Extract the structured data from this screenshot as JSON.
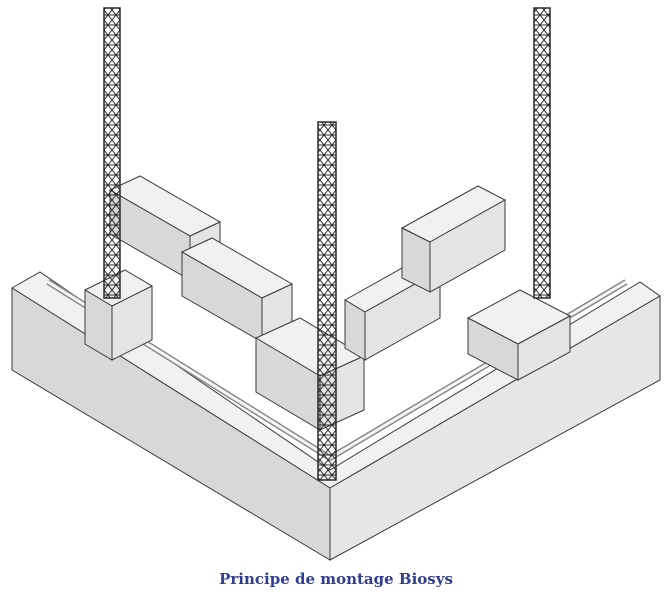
{
  "caption": "Principe de montage Biosys",
  "colors": {
    "caption": "#2f3e8f",
    "block_top": "#f1f1f1",
    "block_left": "#d8d8d8",
    "block_right": "#e4e4e4",
    "outline": "#3a3a3a",
    "rebar": "#2a2a2a"
  },
  "elements": {
    "foundation": "foundation-wall",
    "blocks": "insulating-blocks",
    "rebar": "rebar-cages"
  }
}
